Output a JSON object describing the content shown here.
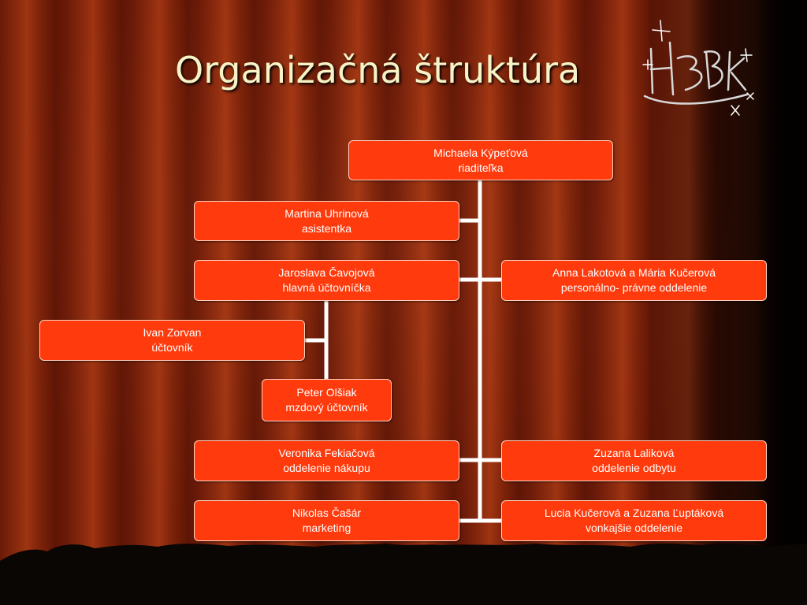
{
  "slide": {
    "title": "Organizačná štruktúra"
  },
  "logo": {
    "icon": "hrbk-sparkle-logo-icon"
  },
  "colors": {
    "node_fill": "#ff3a0c",
    "node_border": "#ffd2c2",
    "connector": "#ffffff",
    "title": "#f7f3c6"
  },
  "org": {
    "director": {
      "name": "Michaela Kýpeťová",
      "role": "riaditeľka"
    },
    "assistant": {
      "name": "Martina Uhrinová",
      "role": "asistentka"
    },
    "chief_accountant": {
      "name": "Jaroslava Čavojová",
      "role": "hlavná účtovníčka"
    },
    "hr_legal": {
      "name": "Anna Lakotová a Mária Kučerová",
      "role": "personálno- právne oddelenie"
    },
    "accountant": {
      "name": "Ivan Zorvan",
      "role": "účtovník"
    },
    "payroll": {
      "name": "Peter Olšiak",
      "role": "mzdový účtovník"
    },
    "purchasing": {
      "name": "Veronika Fekiačová",
      "role": "oddelenie nákupu"
    },
    "sales": {
      "name": "Zuzana Laliková",
      "role": "oddelenie odbytu"
    },
    "marketing": {
      "name": "Nikolas Čašár",
      "role": "marketing"
    },
    "external": {
      "name": "Lucia Kučerová a Zuzana Ľuptáková",
      "role": "vonkajšie oddelenie"
    }
  }
}
